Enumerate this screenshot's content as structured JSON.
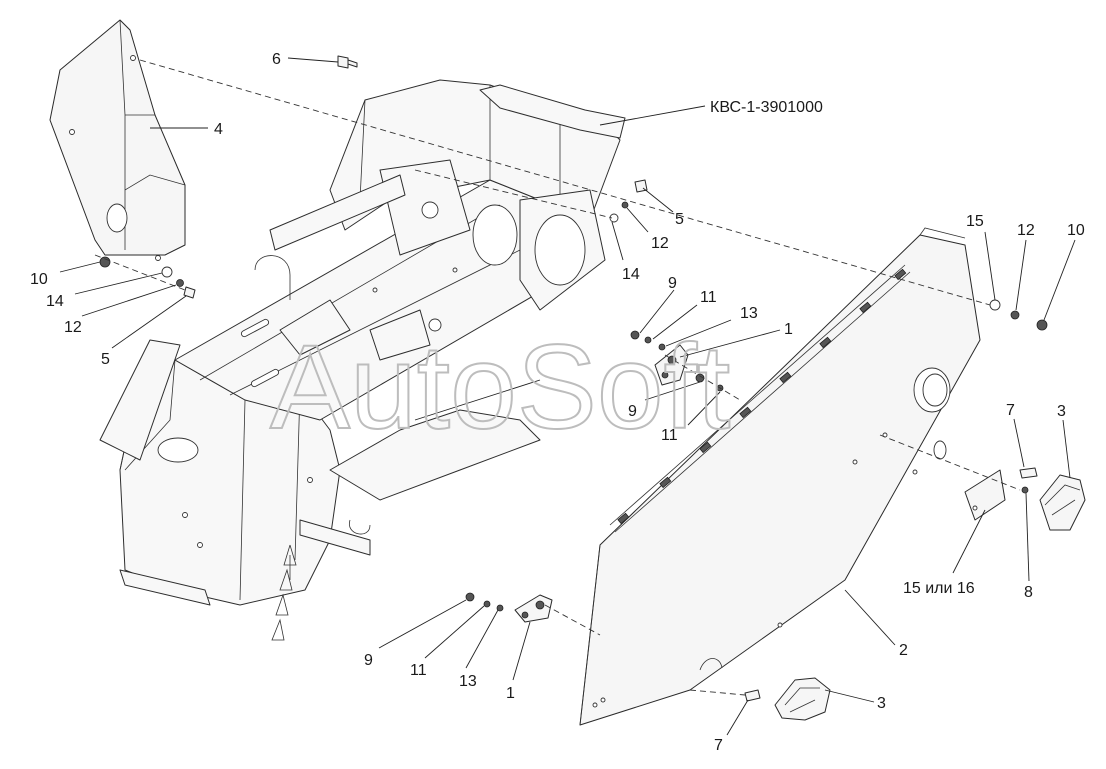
{
  "assembly_label": "КВС-1-3901000",
  "watermark": "AutoSoft",
  "callouts": {
    "c6": "6",
    "c4": "4",
    "c10_left": "10",
    "c14_left": "14",
    "c12_left": "12",
    "c5_left": "5",
    "c5_mid": "5",
    "c12_mid": "12",
    "c14_mid": "14",
    "c9_a": "9",
    "c11_a": "11",
    "c13_a": "13",
    "c1_a": "1",
    "c9_b": "9",
    "c11_b": "11",
    "c15_right": "15",
    "c12_right": "12",
    "c10_right": "10",
    "c7_right": "7",
    "c3_right": "3",
    "c15or16": "15 или 16",
    "c8": "8",
    "c2": "2",
    "c9_c": "9",
    "c11_c": "11",
    "c13_c": "13",
    "c1_c": "1",
    "c7_bottom": "7",
    "c3_bottom": "3"
  }
}
